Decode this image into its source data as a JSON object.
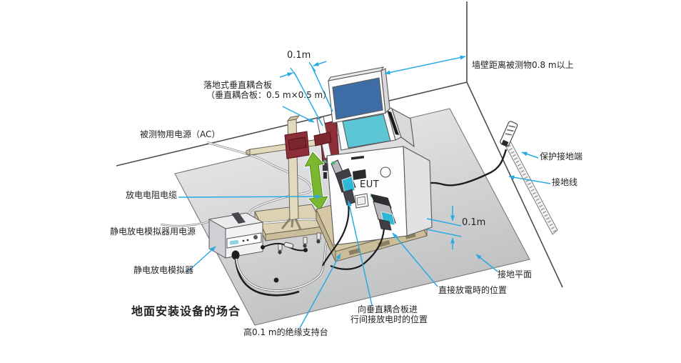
{
  "figure": {
    "title": "地面安装设备的场合",
    "labels": {
      "wall_distance": "墙壁距离被测物0.8 m以上",
      "vcp_line1": "落地式垂直耦合板",
      "vcp_line2": "（垂直耦合板：0.5 m×0.5 m）",
      "dim_top": "0.1m",
      "dim_right": "0.1m",
      "eut_power": "被测物用电源（AC）",
      "discharge_cable": "放电电阻电缆",
      "simulator_power": "静电放电模拟器用电源",
      "simulator": "静电放电模拟器",
      "insulating_table": "高0.1 m的绝缘支持台",
      "indirect_line1": "向垂直耦合板进",
      "indirect_line2": "行间接放电时的位置",
      "direct_position": "直接放電時的位置",
      "ground_plane": "接地平面",
      "earth_terminal": "保护接地端",
      "ground_wire": "接地线",
      "eut": "EUT"
    },
    "colors": {
      "leader": "#29abe2",
      "monitor_screen": "#3e6da6",
      "touch_screen": "#5cc6d4",
      "gun_screen": "#2fb9d6",
      "clamp_red": "#8e2e38",
      "arrow_green": "#7cb82f",
      "wood": "#d6c8a4",
      "text": "#231f20"
    }
  }
}
